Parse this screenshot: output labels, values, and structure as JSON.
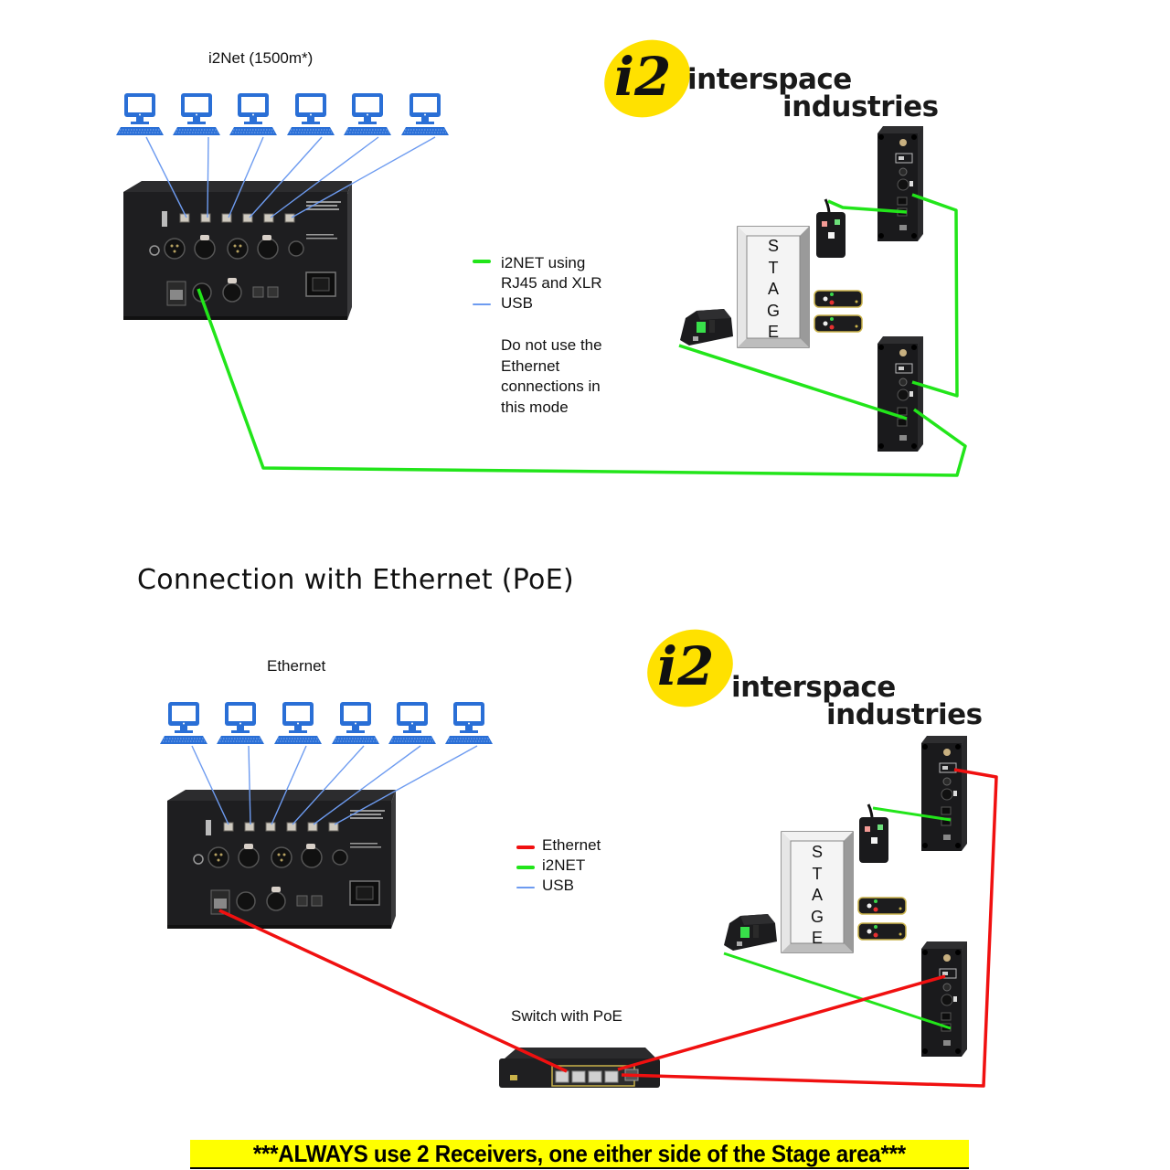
{
  "diagram1": {
    "network_label": "i2Net (1500m*)",
    "computers_count": 6,
    "legend": [
      {
        "label": "i2NET using",
        "color": "#22e51a",
        "style": "thick"
      },
      {
        "label": "RJ45 and XLR",
        "color": null,
        "style": "none"
      },
      {
        "label": "USB",
        "color": "#6d9bf0",
        "style": "thin"
      }
    ],
    "note_lines": [
      "Do not use the",
      "Ethernet",
      "connections in",
      "this mode"
    ],
    "stage_letters": [
      "S",
      "T",
      "A",
      "G",
      "E"
    ],
    "logo": {
      "mark": "i2",
      "line1": "interspace",
      "line2": "industries",
      "color": "#ffe100"
    }
  },
  "section_title": "Connection with Ethernet (PoE)",
  "diagram2": {
    "network_label": "Ethernet",
    "computers_count": 6,
    "legend": [
      {
        "label": "Ethernet",
        "color": "#f01010",
        "style": "thick"
      },
      {
        "label": "i2NET",
        "color": "#22e51a",
        "style": "thick"
      },
      {
        "label": "USB",
        "color": "#6d9bf0",
        "style": "thin"
      }
    ],
    "switch_label": "Switch with PoE",
    "stage_letters": [
      "S",
      "T",
      "A",
      "G",
      "E"
    ],
    "logo": {
      "mark": "i2",
      "line1": "interspace",
      "line2": "industries",
      "color": "#ffe100"
    }
  },
  "colors": {
    "i2net": "#22e51a",
    "ethernet": "#f01010",
    "usb": "#6d9bf0",
    "computer": "#2a6fd6",
    "banner": "#ffff00"
  },
  "footer_warning": "***ALWAYS use 2  Receivers, one either side of the Stage area***"
}
